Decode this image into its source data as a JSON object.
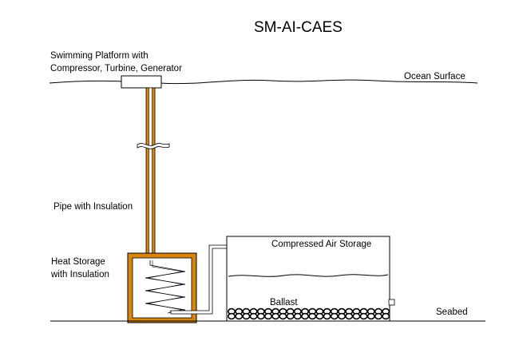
{
  "title": "SM-AI-CAES",
  "labels": {
    "platform_line1": "Swimming Platform with",
    "platform_line2": "Compressor, Turbine, Generator",
    "ocean_surface": "Ocean Surface",
    "pipe": "Pipe with Insulation",
    "heat_line1": "Heat Storage",
    "heat_line2": "with Insulation",
    "air_storage": "Compressed Air Storage",
    "ballast": "Ballast",
    "seabed": "Seabed"
  },
  "colors": {
    "insulation": "#d9860f",
    "line": "#000000",
    "background": "#ffffff"
  }
}
